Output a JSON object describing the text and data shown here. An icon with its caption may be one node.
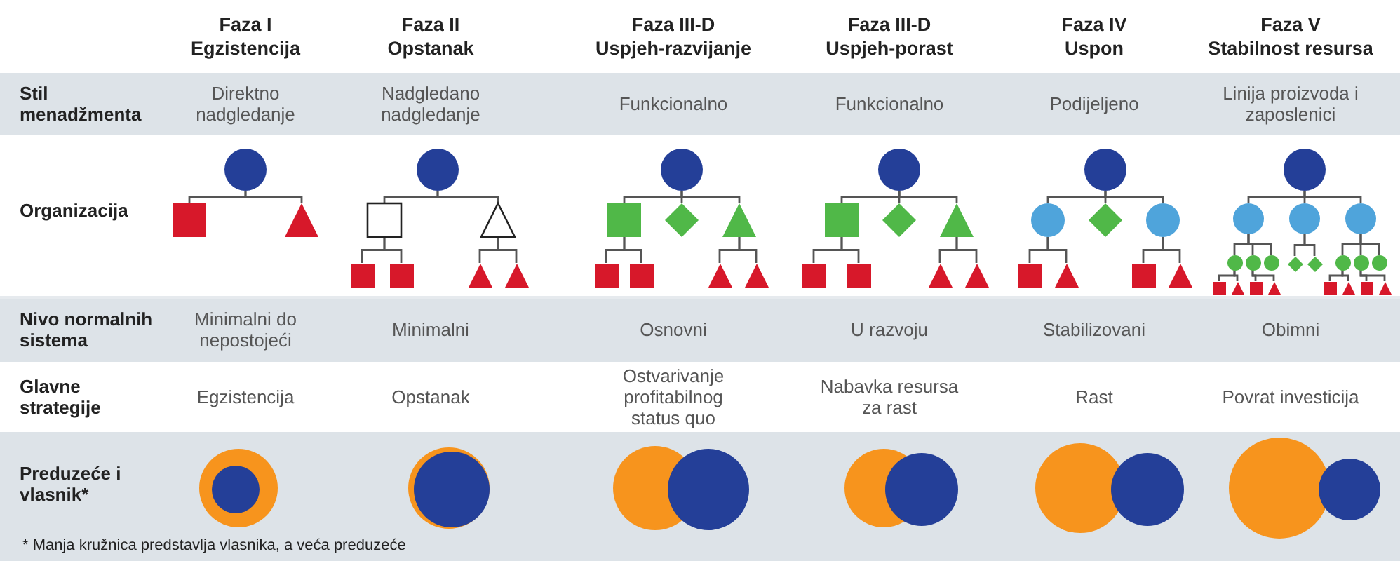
{
  "diagram": {
    "nodes": [
      {
        "text": [],
        "shape": "circle"
      },
      {
        "text": [],
        "shape": "box"
      },
      {
        "text": [],
        "shape": "triangle"
      },
      {
        "text": [],
        "shape": "circle"
      },
      {
        "text": [],
        "shape": "box"
      },
      {
        "text": [],
        "shape": "triangle"
      },
      {
        "text": [],
        "shape": "box"
      },
      {
        "text": [],
        "shape": "box"
      },
      {
        "text": [],
        "shape": "triangle"
      },
      {
        "text": [],
        "shape": "triangle"
      },
      {
        "text": [],
        "shape": "circle"
      },
      {
        "text": [],
        "shape": "box"
      },
      {
        "text": [],
        "shape": "diamond"
      },
      {
        "text": [],
        "shape": "triangle"
      },
      {
        "text": [],
        "shape": "box"
      },
      {
        "text": [],
        "shape": "box"
      },
      {
        "text": [],
        "shape": "triangle"
      },
      {
        "text": [],
        "shape": "triangle"
      },
      {
        "text": [],
        "shape": "circle"
      },
      {
        "text": [],
        "shape": "box"
      },
      {
        "text": [],
        "shape": "diamond"
      },
      {
        "text": [],
        "shape": "triangle"
      },
      {
        "text": [],
        "shape": "box"
      },
      {
        "text": [],
        "shape": "box"
      },
      {
        "text": [],
        "shape": "triangle"
      },
      {
        "text": [],
        "shape": "triangle"
      },
      {
        "text": [],
        "shape": "circle"
      },
      {
        "text": [],
        "shape": "circle"
      },
      {
        "text": [],
        "shape": "diamond"
      },
      {
        "text": [],
        "shape": "circle"
      },
      {
        "text": [],
        "shape": "box"
      },
      {
        "text": [],
        "shape": "triangle"
      },
      {
        "text": [],
        "shape": "box"
      },
      {
        "text": [],
        "shape": "triangle"
      },
      {
        "text": [],
        "shape": "circle"
      },
      {
        "text": [],
        "shape": "circle"
      },
      {
        "text": [],
        "shape": "circle"
      },
      {
        "text": [],
        "shape": "circle"
      },
      {
        "text": [],
        "shape": "circle"
      },
      {
        "text": [],
        "shape": "circle"
      },
      {
        "text": [],
        "shape": "circle"
      },
      {
        "text": [],
        "shape": "box"
      },
      {
        "text": [],
        "shape": "triangle"
      },
      {
        "text": [],
        "shape": "box"
      },
      {
        "text": [],
        "shape": "triangle"
      },
      {
        "text": [],
        "shape": "diamond"
      },
      {
        "text": [],
        "shape": "diamond"
      },
      {
        "text": [],
        "shape": "circle"
      },
      {
        "text": [],
        "shape": "circle"
      },
      {
        "text": [],
        "shape": "circle"
      },
      {
        "text": [],
        "shape": "box"
      },
      {
        "text": [],
        "shape": "triangle"
      },
      {
        "text": [],
        "shape": "box"
      },
      {
        "text": [],
        "shape": "triangle"
      }
    ],
    "edges": [
      {
        "from": 0,
        "to": 1,
        "arrow": "none"
      },
      {
        "from": 0,
        "to": 2,
        "arrow": "none"
      },
      {
        "from": 3,
        "to": 4,
        "arrow": "none"
      },
      {
        "from": 3,
        "to": 5,
        "arrow": "none"
      },
      {
        "from": 4,
        "to": 6,
        "arrow": "none"
      },
      {
        "from": 4,
        "to": 7,
        "arrow": "none"
      },
      {
        "from": 5,
        "to": 8,
        "arrow": "none"
      },
      {
        "from": 5,
        "to": 9,
        "arrow": "none"
      },
      {
        "from": 10,
        "to": 11,
        "arrow": "none"
      },
      {
        "from": 10,
        "to": 12,
        "arrow": "none"
      },
      {
        "from": 10,
        "to": 13,
        "arrow": "none"
      },
      {
        "from": 11,
        "to": 14,
        "arrow": "none"
      },
      {
        "from": 11,
        "to": 15,
        "arrow": "none"
      },
      {
        "from": 13,
        "to": 16,
        "arrow": "none"
      },
      {
        "from": 13,
        "to": 17,
        "arrow": "none"
      },
      {
        "from": 18,
        "to": 19,
        "arrow": "none"
      },
      {
        "from": 18,
        "to": 20,
        "arrow": "none"
      },
      {
        "from": 18,
        "to": 21,
        "arrow": "none"
      },
      {
        "from": 19,
        "to": 22,
        "arrow": "none"
      },
      {
        "from": 19,
        "to": 23,
        "arrow": "none"
      },
      {
        "from": 21,
        "to": 24,
        "arrow": "none"
      },
      {
        "from": 21,
        "to": 25,
        "arrow": "none"
      },
      {
        "from": 26,
        "to": 27,
        "arrow": "none"
      },
      {
        "from": 26,
        "to": 28,
        "arrow": "none"
      },
      {
        "from": 26,
        "to": 29,
        "arrow": "none"
      },
      {
        "from": 27,
        "to": 30,
        "arrow": "none"
      },
      {
        "from": 27,
        "to": 31,
        "arrow": "none"
      },
      {
        "from": 29,
        "to": 32,
        "arrow": "none"
      },
      {
        "from": 29,
        "to": 33,
        "arrow": "none"
      },
      {
        "from": 34,
        "to": 35,
        "arrow": "none"
      },
      {
        "from": 34,
        "to": 36,
        "arrow": "none"
      },
      {
        "from": 34,
        "to": 37,
        "arrow": "none"
      },
      {
        "from": 35,
        "to": 38,
        "arrow": "none"
      },
      {
        "from": 35,
        "to": 39,
        "arrow": "none"
      },
      {
        "from": 35,
        "to": 40,
        "arrow": "none"
      },
      {
        "from": 38,
        "to": 41,
        "arrow": "none"
      },
      {
        "from": 38,
        "to": 42,
        "arrow": "none"
      },
      {
        "from": 39,
        "to": 43,
        "arrow": "none"
      },
      {
        "from": 39,
        "to": 44,
        "arrow": "none"
      },
      {
        "from": 36,
        "to": 45,
        "arrow": "none"
      },
      {
        "from": 36,
        "to": 46,
        "arrow": "none"
      },
      {
        "from": 37,
        "to": 47,
        "arrow": "none"
      },
      {
        "from": 37,
        "to": 48,
        "arrow": "none"
      },
      {
        "from": 37,
        "to": 49,
        "arrow": "none"
      },
      {
        "from": 47,
        "to": 50,
        "arrow": "none"
      },
      {
        "from": 47,
        "to": 51,
        "arrow": "none"
      },
      {
        "from": 48,
        "to": 52,
        "arrow": "none"
      },
      {
        "from": 48,
        "to": 53,
        "arrow": "none"
      }
    ],
    "labels": [
      "Faza I",
      "Egzistencija",
      "Faza II",
      "Opstanak",
      "Faza III-D",
      "Uspjeh-razvijanje",
      "Faza III-D",
      "Uspjeh-porast",
      "Faza IV",
      "Uspon",
      "Faza V",
      "Stabilnost resursa",
      "Stil menadžmenta",
      "Direktno nadgledanje",
      "Nadgledano nadgledanje",
      "Funkcionalno",
      "Funkcionalno",
      "Podijeljeno",
      "Linija proizvoda i zaposlenici",
      "Organizacija",
      "Nivo normalnih sistema",
      "Minimalni do nepostojeći",
      "Minimalni",
      "Osnovni",
      "U razvoju",
      "Stabilizovani",
      "Obimni",
      "Glavne strategije",
      "Egzistencija",
      "Opstanak",
      "Ostvarivanje profitabilnog status quo",
      "Nabavka resursa za rast",
      "Rast",
      "Povrat investicija",
      "Preduzeće i vlasnik*",
      "* Manja kružnica predstavlja vlasnika, a veća preduzeće"
    ]
  }
}
